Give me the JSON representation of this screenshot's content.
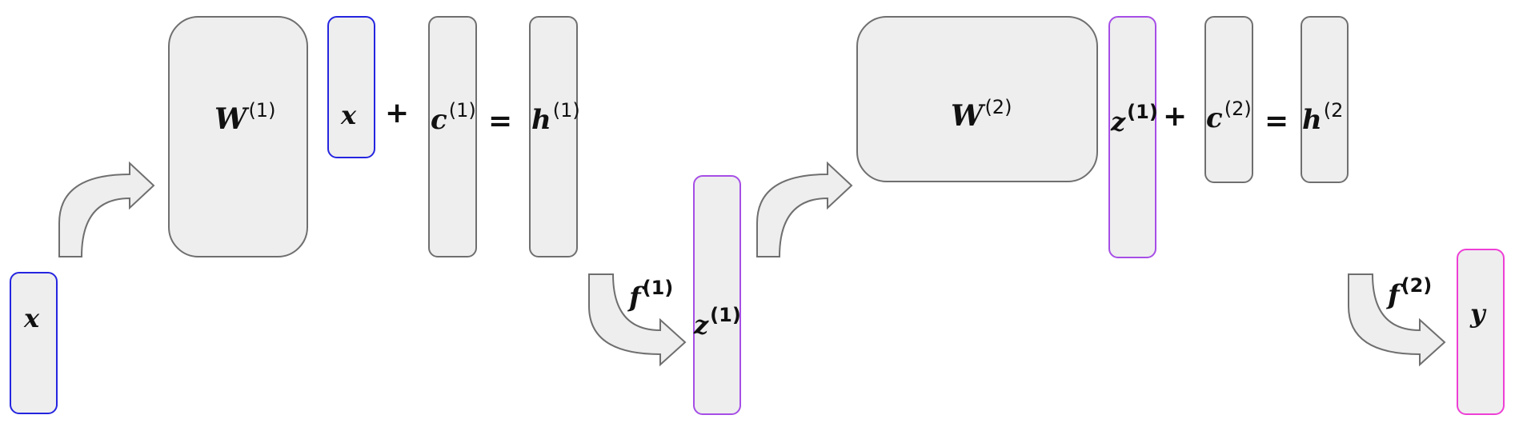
{
  "diagram": {
    "input_vector": {
      "symbol": "x"
    },
    "layer1": {
      "weight": {
        "symbol": "W",
        "superscript": "(1)"
      },
      "input": {
        "symbol": "x"
      },
      "bias": {
        "symbol": "c",
        "superscript": "(1)"
      },
      "pre_activation": {
        "symbol": "h",
        "superscript": "(1)"
      },
      "plus": "+",
      "equals": "=",
      "activation": {
        "symbol": "f",
        "superscript": "(1)"
      },
      "output": {
        "symbol": "z",
        "superscript": "(1)"
      }
    },
    "layer2": {
      "weight": {
        "symbol": "W",
        "superscript": "(2)"
      },
      "input": {
        "symbol": "z",
        "superscript": "(1)"
      },
      "bias": {
        "symbol": "c",
        "superscript": "(2)"
      },
      "pre_activation": {
        "symbol": "h",
        "superscript": "(2"
      },
      "plus": "+",
      "equals": "=",
      "activation": {
        "symbol": "f",
        "superscript": "(2)"
      },
      "output": {
        "symbol": "y"
      }
    },
    "colors": {
      "box_fill": "#eeeeee",
      "box_border": "#6f6f6f",
      "input_border": "#2525e0",
      "hidden_border": "#a64ee6",
      "output_border": "#ee3fd6"
    }
  }
}
